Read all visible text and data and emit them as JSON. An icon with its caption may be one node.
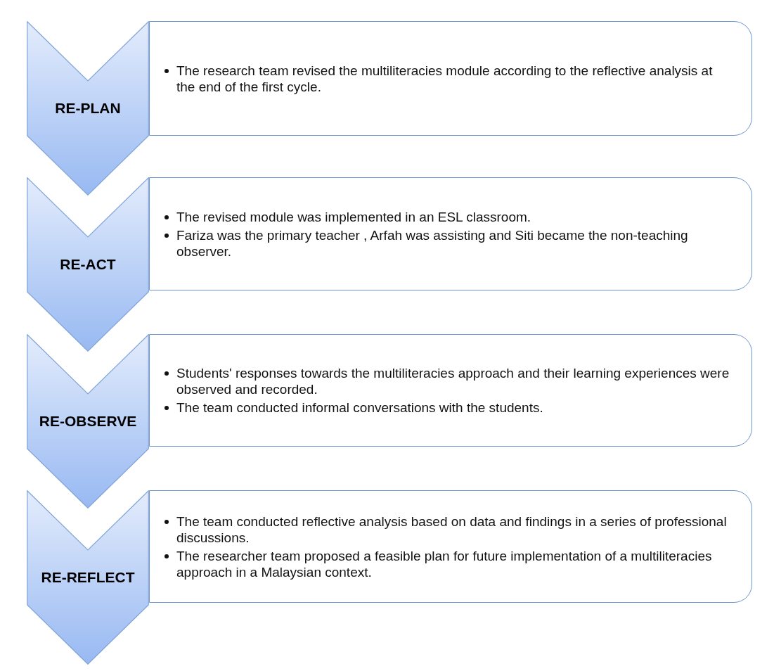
{
  "diagram": {
    "nodes": [
      {
        "text": [
          "RE-PLAN"
        ]
      },
      {
        "text": [
          "The research team revised the multiliteracies module according to the reflective analysis at the end of the first cycle."
        ]
      },
      {
        "text": [
          "RE-ACT"
        ]
      },
      {
        "text": [
          "The revised module was implemented in an ESL classroom.",
          "Fariza was the primary teacher , Arfah was assisting and Siti became the non-teaching observer."
        ]
      },
      {
        "text": [
          "RE-OBSERVE"
        ]
      },
      {
        "text": [
          "Students' responses towards the multiliteracies approach and their learning experiences were observed and recorded.",
          "The team conducted informal conversations with the students."
        ]
      },
      {
        "text": [
          "RE-REFLECT"
        ]
      },
      {
        "text": [
          "The team conducted reflective analysis based on data and findings in a series of professional discussions.",
          "The researcher team proposed a feasible plan for future implementation of a multiliteracies approach in a Malaysian context."
        ]
      }
    ]
  }
}
